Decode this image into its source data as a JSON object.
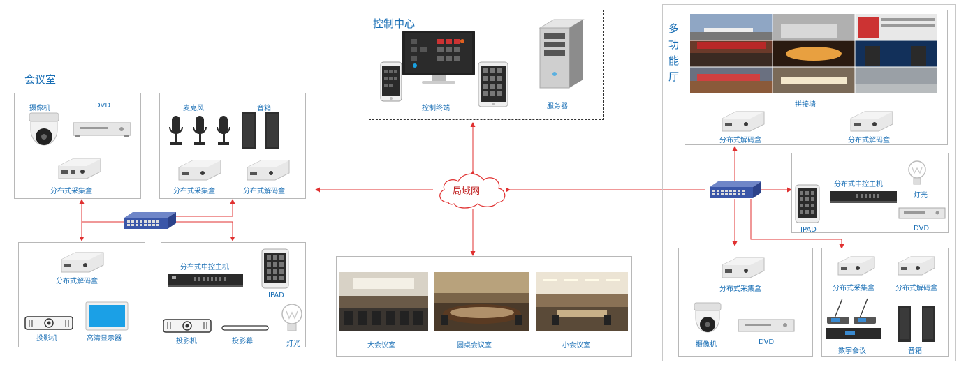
{
  "control_center": {
    "title": "控制中心",
    "terminal_label": "控制终端",
    "server_label": "服务器"
  },
  "lan": {
    "label": "局域网"
  },
  "meeting_room": {
    "title": "会议室",
    "camera_label": "摄像机",
    "dvd_label": "DVD",
    "collector_label": "分布式采集盒",
    "mic_label": "麦克风",
    "speaker_label": "音箱",
    "mic_collector_label": "分布式采集盒",
    "decoder_label": "分布式解码盒",
    "display_decoder_label": "分布式解码盒",
    "projector_label": "投影机",
    "hd_display_label": "高清显示器",
    "central_host_label": "分布式中控主机",
    "ipad_label": "IPAD",
    "projector2_label": "投影机",
    "screen_label": "投影幕",
    "light_label": "灯光"
  },
  "rooms": {
    "large_label": "大会议室",
    "round_label": "圆桌会议室",
    "small_label": "小会议室"
  },
  "hall": {
    "title": "多功能厅",
    "video_wall_label": "拼接墙",
    "decoder1_label": "分布式解码盒",
    "decoder2_label": "分布式解码盒",
    "central_host_label": "分布式中控主机",
    "light_label": "灯光",
    "ipad_label": "IPAD",
    "dvd_label": "DVD",
    "collector_label": "分布式采集盒",
    "camera_label": "摄像机",
    "dvd2_label": "DVD",
    "collector2_label": "分布式采集盒",
    "decoder3_label": "分布式解码盒",
    "digital_conf_label": "数字会议",
    "speaker_label": "音箱"
  },
  "colors": {
    "accent": "#1a6fb5",
    "line": "#e03030",
    "switch": "#3a56a8"
  }
}
